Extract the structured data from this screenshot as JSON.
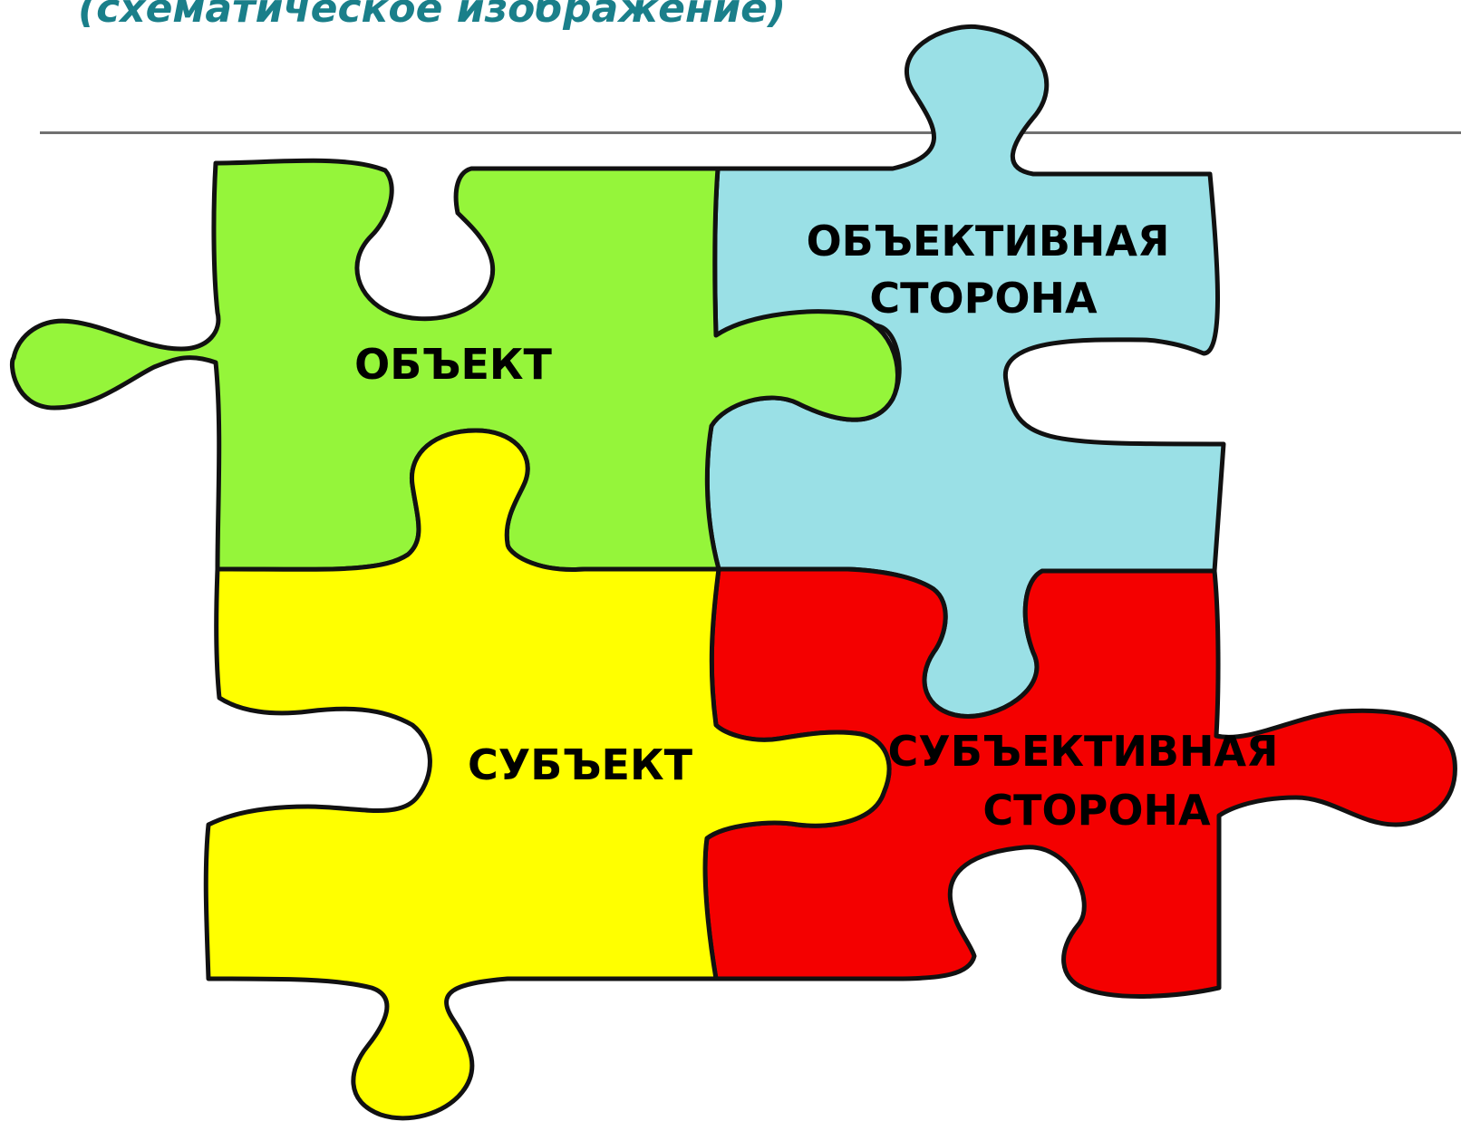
{
  "header": {
    "subtitle": "(схематическое изображение)",
    "subtitle_color": "#1a7f8a"
  },
  "pieces": {
    "object": {
      "label": "ОБЪЕКТ",
      "color": "#95f53a"
    },
    "objective_side": {
      "line1": "ОБЪЕКТИВНАЯ",
      "line2": "СТОРОНА",
      "color": "#9ae0e6"
    },
    "subject": {
      "label": "СУБЪЕКТ",
      "color": "#ffff00"
    },
    "subjective_side": {
      "line1": "СУБЪЕКТИВНАЯ",
      "line2": "СТОРОНА",
      "color": "#f40000"
    }
  },
  "outline_color": "#111111"
}
